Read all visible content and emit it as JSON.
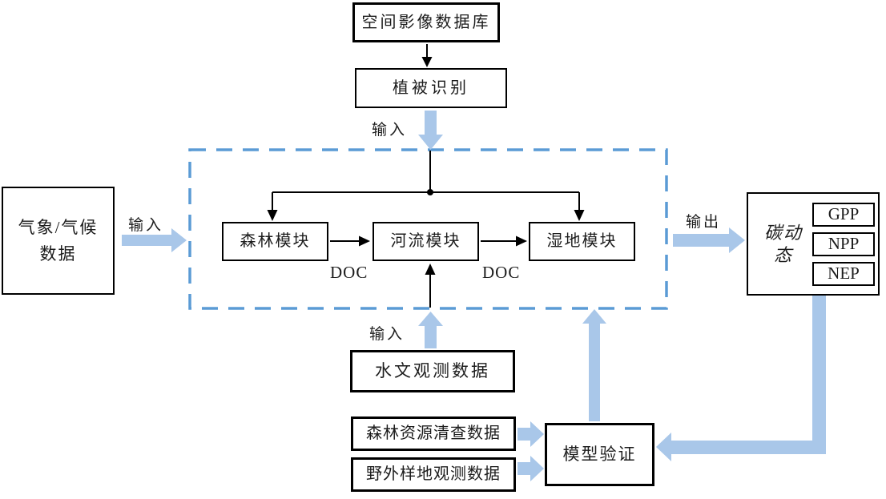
{
  "diagram": {
    "nodes": {
      "spatial_image_database": "空间影像数据库",
      "vegetation_recognition": "植被识别",
      "climate_line1": "气象/气候",
      "climate_line2": "数据",
      "forest_module": "森林模块",
      "river_module": "河流模块",
      "wetland_module": "湿地模块",
      "hydrology_observation_data": "水文观测数据",
      "forest_inventory_data": "森林资源清查数据",
      "field_plot_data": "野外样地观测数据",
      "model_validation": "模型验证",
      "carbon_dynamics": "碳动态",
      "outputs": [
        "GPP",
        "NPP",
        "NEP"
      ]
    },
    "labels": {
      "input_top": "输入",
      "input_left": "输入",
      "input_bottom": "输入",
      "output": "输出",
      "doc_left": "DOC",
      "doc_right": "DOC"
    },
    "colors": {
      "arrow_blue": "#A9C7E9",
      "dashed_border_blue": "#5B9BD5",
      "line_black": "#000000"
    }
  }
}
